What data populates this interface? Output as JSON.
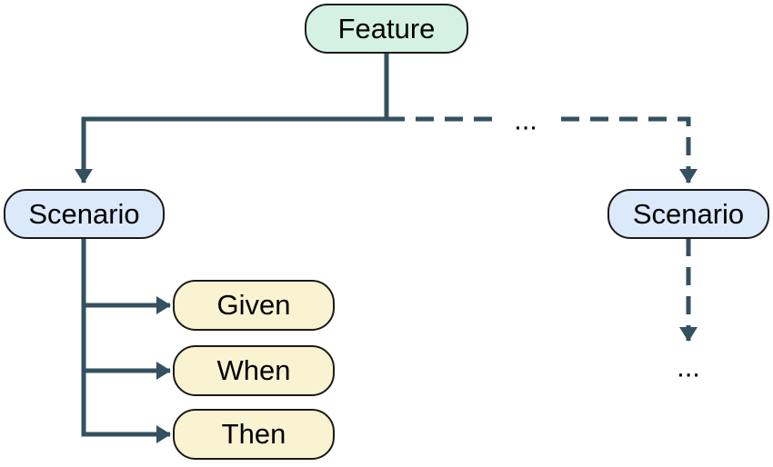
{
  "diagram": {
    "type": "flowchart",
    "description": "Gherkin structure: a Feature contains Scenarios, each Scenario contains Given/When/Then steps",
    "background": "#FFFFFF",
    "colors": {
      "edge": "#33515E",
      "node_border": "#1A1A1A",
      "feature_fill": "#D4F1E3",
      "scenario_fill": "#DBE9FB",
      "step_fill": "#FAF3D2",
      "text": "#000000"
    },
    "nodes": {
      "feature": {
        "label": "Feature"
      },
      "scenario_left": {
        "label": "Scenario"
      },
      "scenario_right": {
        "label": "Scenario"
      },
      "given": {
        "label": "Given"
      },
      "when": {
        "label": "When"
      },
      "then": {
        "label": "Then"
      }
    },
    "edges": [
      {
        "from": "feature",
        "to": "scenario_left",
        "style": "solid"
      },
      {
        "from": "feature",
        "to": "scenario_right",
        "style": "dashed",
        "label": "..."
      },
      {
        "from": "scenario_left",
        "to": "given",
        "style": "solid"
      },
      {
        "from": "scenario_left",
        "to": "when",
        "style": "solid"
      },
      {
        "from": "scenario_left",
        "to": "then",
        "style": "solid"
      },
      {
        "from": "scenario_right",
        "to": "more_steps",
        "style": "dashed",
        "label": "..."
      }
    ],
    "edge_labels": {
      "more_scenarios": "...",
      "more_steps": "..."
    }
  }
}
